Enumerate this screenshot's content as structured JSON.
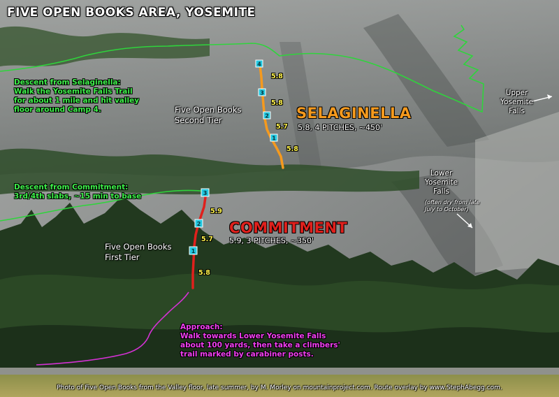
{
  "title": "FIVE OPEN BOOKS AREA, YOSEMITE",
  "tiers": {
    "second": [
      "Five Open Books",
      "Second Tier"
    ],
    "first": [
      "Five Open Books",
      "First Tier"
    ]
  },
  "descents": {
    "selaginella": [
      "Descent from Selaginella:",
      "Walk the Yosemite Falls Trail",
      "for about 1 mile and hit valley",
      "floor around Camp 4."
    ],
    "commitment": [
      "Descent from Commitment:",
      "3rd/4th slabs, ~15 min to base"
    ]
  },
  "routes": {
    "selaginella": {
      "name": "SELAGINELLA",
      "sub": "5.8, 4 PITCHES, ~450'",
      "grades": [
        "5.8",
        "5.8",
        "5.7",
        "5.8"
      ],
      "belays": [
        "4",
        "3",
        "2",
        "1"
      ],
      "color": "#f59a1e"
    },
    "commitment": {
      "name": "COMMITMENT",
      "sub": "5.9, 3 PITCHES, ~350'",
      "grades": [
        "5.9",
        "5.7",
        "5.8"
      ],
      "belays": [
        "3",
        "2",
        "1"
      ],
      "color": "#e0201c"
    }
  },
  "falls": {
    "upper": [
      "Upper",
      "Yosemite",
      "Falls"
    ],
    "lower": [
      "Lower",
      "Yosemite",
      "Falls"
    ],
    "lower_note": [
      "(often dry from late",
      "July to October)"
    ]
  },
  "approach": [
    "Approach:",
    "Walk towards Lower Yosemite Falls",
    "about 100 yards, then take a climbers'",
    "trail marked by carabiner posts."
  ],
  "caption": "Photo of Five Open Books from the Valley floor, late summer, by M. Morley on mountainproject.com. Route overlay by www.StephAbegg.com.",
  "colors": {
    "descent_line": "#2fd43c",
    "approach_line": "#d431d4",
    "belay_marker": "#22c8e0",
    "grade_text": "#fff34a",
    "descent_text": "#3ef04a",
    "approach_text": "#f03ef0"
  }
}
